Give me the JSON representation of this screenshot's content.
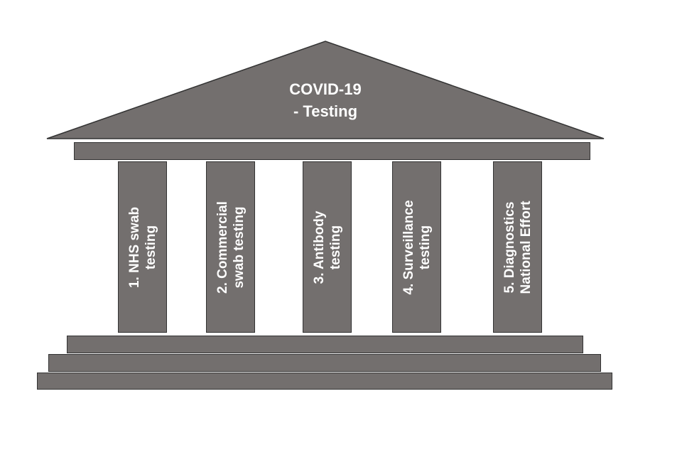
{
  "roof": {
    "line1": "COVID-19",
    "line2": "- Testing"
  },
  "pillars": [
    {
      "line1": "1. NHS swab",
      "line2": "testing"
    },
    {
      "line1": "2. Commercial",
      "line2": "swab testing"
    },
    {
      "line1": "3. Antibody",
      "line2": "testing"
    },
    {
      "line1": "4. Surveillance",
      "line2": "testing"
    },
    {
      "line1": "5. Diagnostics",
      "line2": "National Effort"
    }
  ],
  "colors": {
    "fill": "#736f6e",
    "stroke": "#333333",
    "text": "#ffffff"
  }
}
